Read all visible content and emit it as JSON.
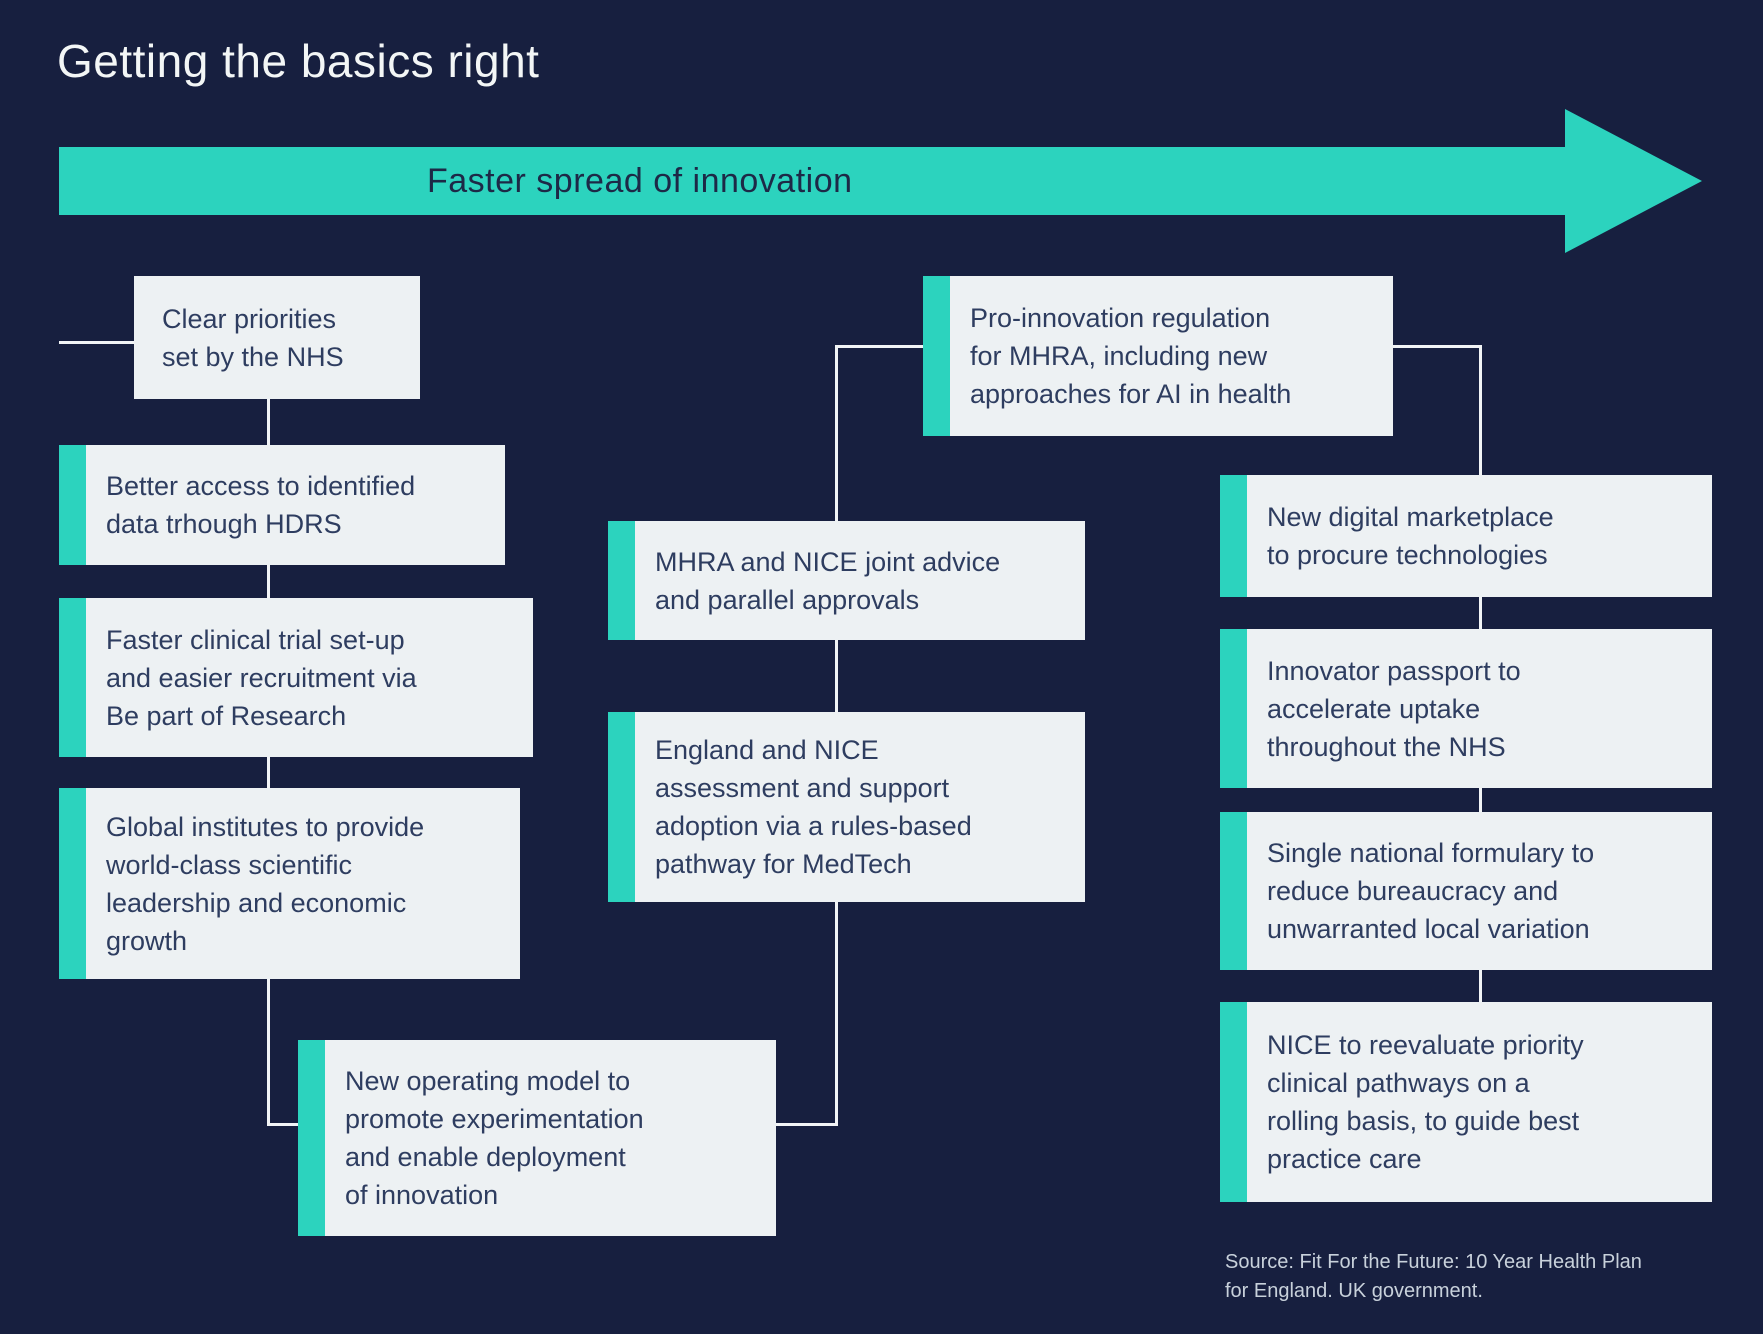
{
  "title": "Getting the basics right",
  "arrow": {
    "label": "Faster spread of innovation"
  },
  "boxes": [
    {
      "id": "clear-priorities",
      "accent": false,
      "text": "Clear priorities\nset by the NHS"
    },
    {
      "id": "better-access",
      "accent": true,
      "text": "Better access to identified\ndata trhough HDRS"
    },
    {
      "id": "faster-clinical-trial",
      "accent": true,
      "text": "Faster clinical trial set-up\nand easier recruitment via\nBe part of Research"
    },
    {
      "id": "global-institutes",
      "accent": true,
      "text": "Global institutes to provide\nworld-class scientific\nleadership and economic\ngrowth"
    },
    {
      "id": "new-operating-model",
      "accent": true,
      "text": "New operating model to\npromote experimentation\nand enable deployment\nof innovation"
    },
    {
      "id": "pro-innovation",
      "accent": true,
      "text": "Pro-innovation regulation\nfor MHRA, including new\napproaches for AI in health"
    },
    {
      "id": "mhra-nice-joint",
      "accent": true,
      "text": "MHRA and NICE joint advice\nand parallel approvals"
    },
    {
      "id": "england-nice",
      "accent": true,
      "text": "England and NICE\nassessment and support\nadoption via a rules-based\npathway for MedTech"
    },
    {
      "id": "digital-marketplace",
      "accent": true,
      "text": "New digital marketplace\nto procure technologies"
    },
    {
      "id": "innovator-passport",
      "accent": true,
      "text": "Innovator passport to\naccelerate uptake\nthroughout the NHS"
    },
    {
      "id": "single-formulary",
      "accent": true,
      "text": "Single national formulary to\nreduce bureaucracy and\nunwarranted local variation"
    },
    {
      "id": "nice-reevaluate",
      "accent": true,
      "text": "NICE to reevaluate priority\nclinical pathways on a\nrolling basis, to guide best\npractice care"
    }
  ],
  "source": "Source: Fit For the Future: 10 Year Health Plan\nfor England. UK government.",
  "colors": {
    "background": "#171F3F",
    "accent_teal": "#2CD3BE",
    "box_background": "#EDF1F3",
    "box_text": "#2E3D60",
    "title_text": "#F3F6F6",
    "connector_line": "#F2F4F6",
    "source_text": "#C8D1DB"
  }
}
